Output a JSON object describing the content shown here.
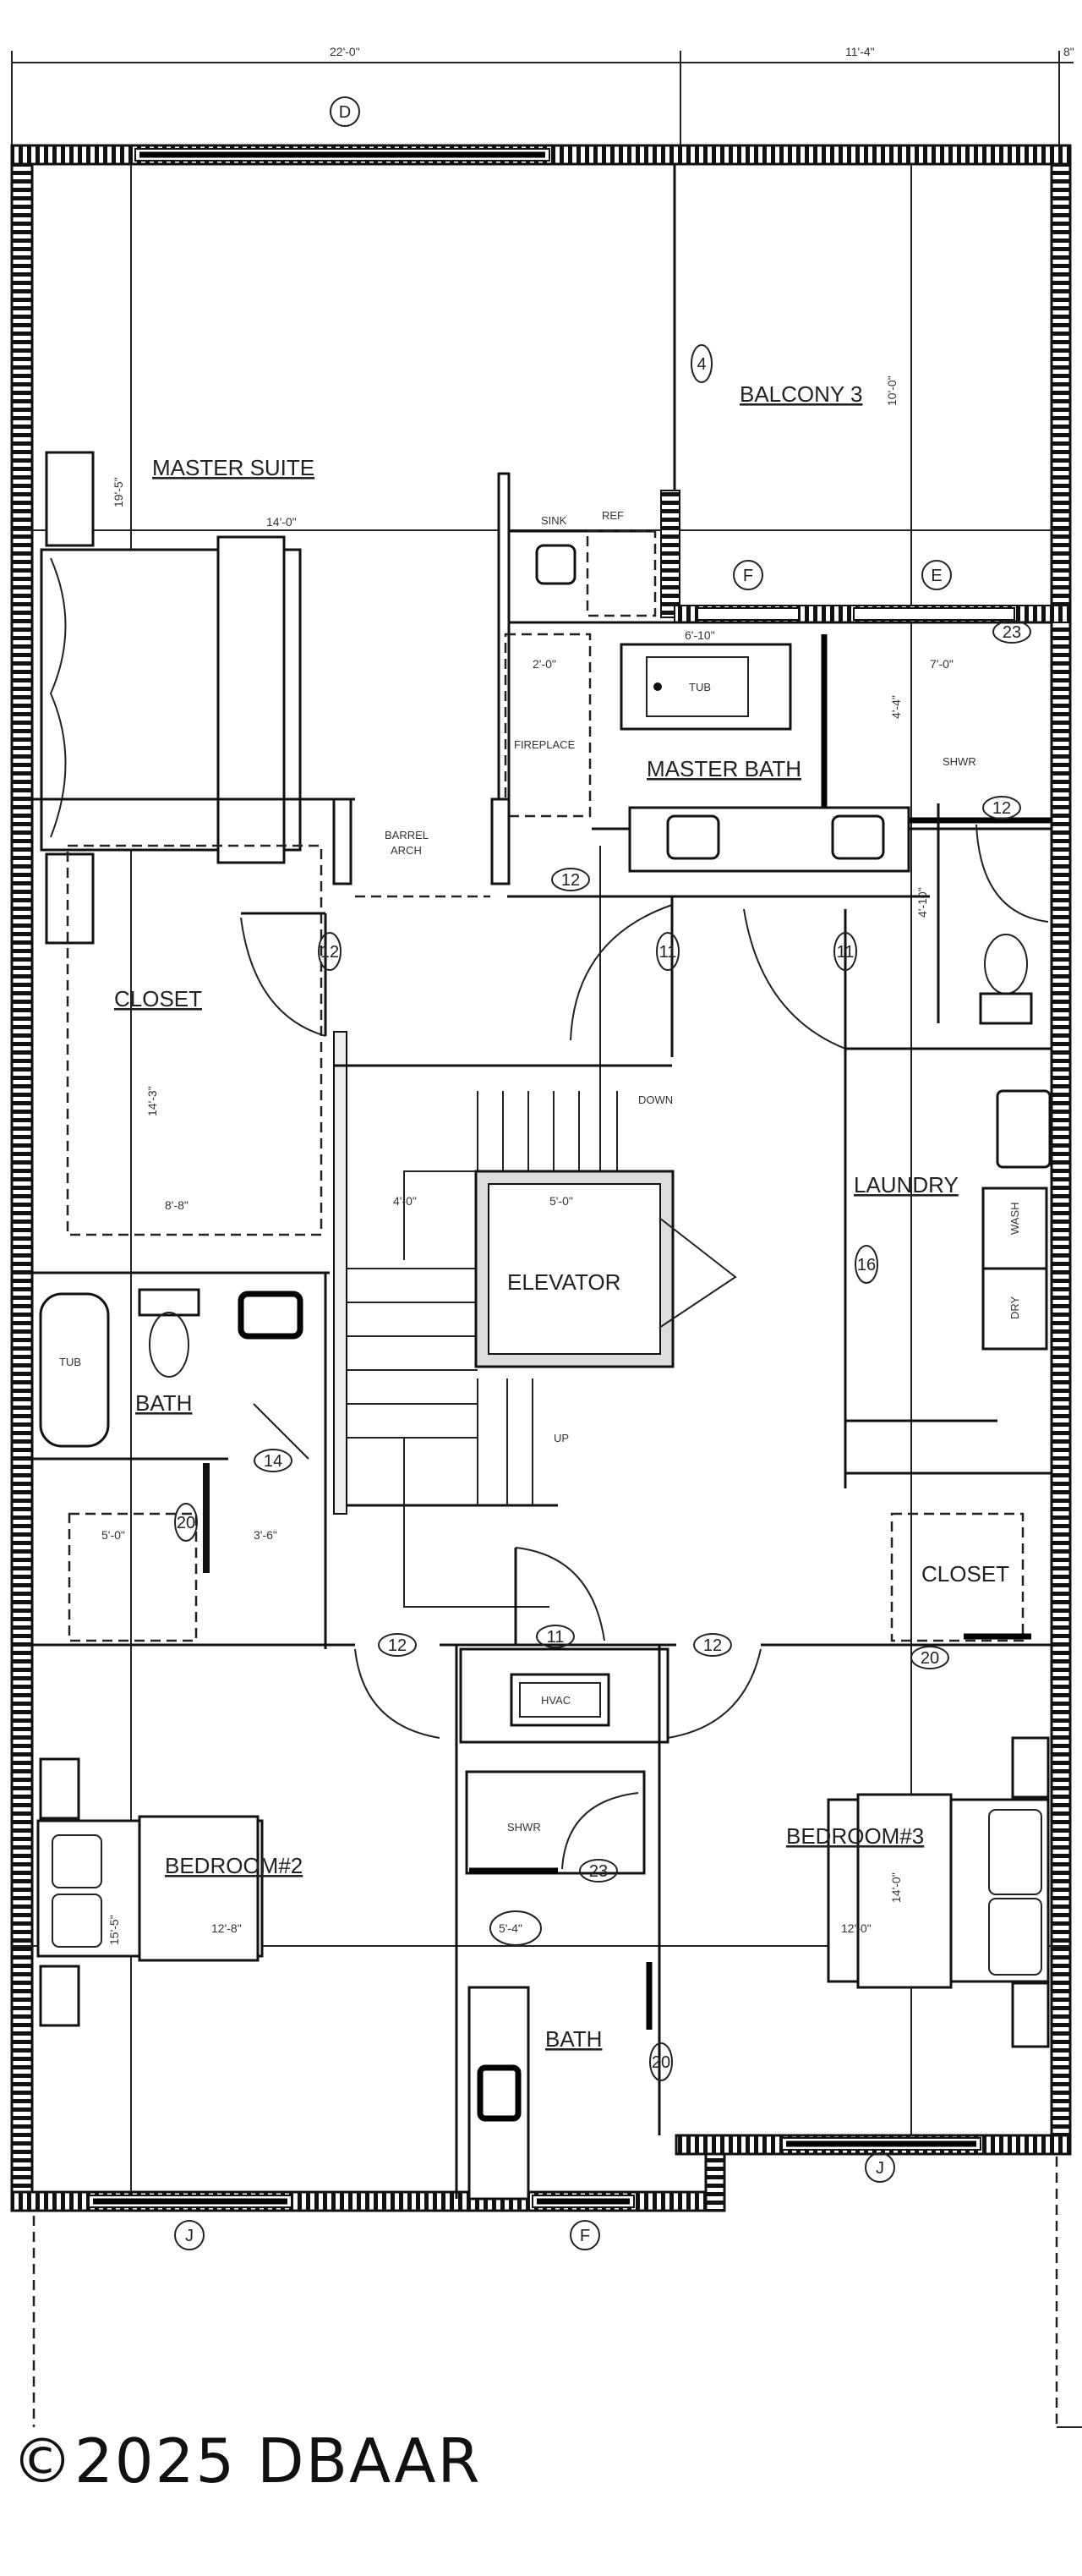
{
  "dimensions_top": [
    "22'-0\"",
    "11'-4\"",
    "8\""
  ],
  "grid_markers": {
    "top": "D",
    "balcony_left": "F",
    "balcony_right": "E",
    "balcony_side": "4",
    "bottom_left": "J",
    "bottom_mid": "F",
    "bottom_right": "J"
  },
  "rooms": {
    "master_suite": "MASTER SUITE",
    "balcony": "BALCONY 3",
    "master_bath": "MASTER BATH",
    "closet_left": "CLOSET",
    "elevator": "ELEVATOR",
    "laundry": "LAUNDRY",
    "bath_left": "BATH",
    "closet_right": "CLOSET",
    "bedroom2": "BEDROOM#2",
    "bedroom3": "BEDROOM#3",
    "bath_lower": "BATH"
  },
  "fixtures": {
    "sink": "SINK",
    "ref": "REF",
    "tub_master": "TUB",
    "shower_master": "SHWR",
    "fireplace": "FIREPLACE",
    "barrel": "BARREL",
    "arch": "ARCH",
    "down": "DOWN",
    "up": "UP",
    "tub_bath": "TUB",
    "wash": "WASH",
    "dry": "DRY",
    "hvac": "HVAC",
    "shower_lower": "SHWR"
  },
  "dimensions": {
    "master_w": "14'-0\"",
    "master_h": "19'-5\"",
    "fp_w": "2'-0\"",
    "tub_w": "6'-10\"",
    "shwr_w": "7'-0\"",
    "shwr_h": "4'-4\"",
    "bath_h": "4'-10\"",
    "closet_w": "8'-8\"",
    "closet_h": "14'-3\"",
    "balcony_h": "10'-0\"",
    "stair_w": "4'-0\"",
    "elev_w": "5'-0\"",
    "bath_l_w": "5'-0\"",
    "bath_r_w": "3'-6\"",
    "bed2_w": "12'-8\"",
    "bed2_h": "15'-5\"",
    "bed3_w": "12'-0\"",
    "bed3_h": "14'-0\"",
    "lower_bath_w": "5'-4\""
  },
  "door_tags": [
    "12",
    "12",
    "11",
    "11",
    "12",
    "16",
    "14",
    "20",
    "12",
    "11",
    "12",
    "20",
    "23",
    "23",
    "20",
    "4"
  ],
  "watermark": "©2025 DBAAR"
}
